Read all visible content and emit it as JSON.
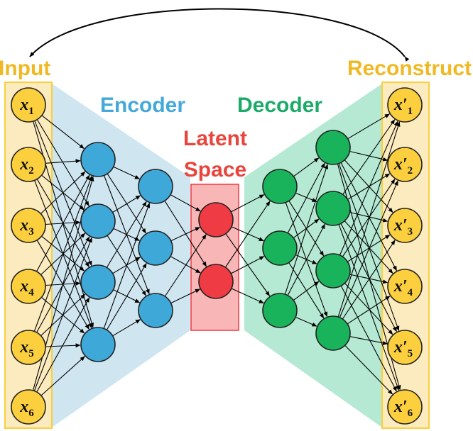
{
  "labels": {
    "input": "Input",
    "reconstruct": "Reconstruct",
    "encoder": "Encoder",
    "decoder": "Decoder",
    "latent_line1": "Latent",
    "latent_line2": "Space"
  },
  "input_nodes": [
    {
      "base": "x",
      "sub": "1"
    },
    {
      "base": "x",
      "sub": "2"
    },
    {
      "base": "x",
      "sub": "3"
    },
    {
      "base": "x",
      "sub": "4"
    },
    {
      "base": "x",
      "sub": "5"
    },
    {
      "base": "x",
      "sub": "6"
    }
  ],
  "output_nodes": [
    {
      "base": "x′",
      "sub": "1"
    },
    {
      "base": "x′",
      "sub": "2"
    },
    {
      "base": "x′",
      "sub": "3"
    },
    {
      "base": "x′",
      "sub": "4"
    },
    {
      "base": "x′",
      "sub": "5"
    },
    {
      "base": "x′",
      "sub": "6"
    }
  ],
  "layer_sizes": {
    "input": 6,
    "encoder_hidden_1": 4,
    "encoder_hidden_2": 3,
    "latent": 2,
    "decoder_hidden_1": 3,
    "decoder_hidden_2": 4,
    "output": 6
  },
  "colors": {
    "input_output": "#fbcf3d",
    "input_output_bg": "#fcebbf",
    "encoder_node": "#3ea8d9",
    "encoder_region": "#cfe6f1",
    "encoder_label": "#44a9d9",
    "latent_node": "#ef3b43",
    "latent_region": "#f8b6b6",
    "latent_label": "#e8453c",
    "decoder_node": "#19b35b",
    "decoder_region": "#b5e9d3",
    "decoder_label": "#1bab69",
    "io_label": "#f0b923"
  }
}
